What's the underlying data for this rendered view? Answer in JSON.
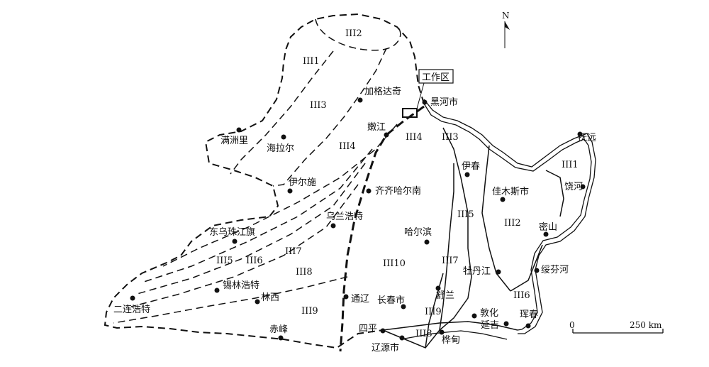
{
  "north_label": "N",
  "work_area_label": "工作区",
  "scale": {
    "zero": "0",
    "distance": "250 km"
  },
  "zones": [
    {
      "id": "z-iii2-n",
      "label": "III2"
    },
    {
      "id": "z-iii1-w",
      "label": "III1"
    },
    {
      "id": "z-iii3-w",
      "label": "III3"
    },
    {
      "id": "z-iii4-w",
      "label": "III4"
    },
    {
      "id": "z-iii4-c",
      "label": "III4"
    },
    {
      "id": "z-iii3-c",
      "label": "III3"
    },
    {
      "id": "z-iii5-w",
      "label": "III5"
    },
    {
      "id": "z-iii6-w",
      "label": "III6"
    },
    {
      "id": "z-iii7-w",
      "label": "III7"
    },
    {
      "id": "z-iii8-w",
      "label": "III8"
    },
    {
      "id": "z-iii9-w",
      "label": "III9"
    },
    {
      "id": "z-iii10",
      "label": "III10"
    },
    {
      "id": "z-iii5-c",
      "label": "III5"
    },
    {
      "id": "z-iii7-c",
      "label": "III7"
    },
    {
      "id": "z-iii2-e",
      "label": "III2"
    },
    {
      "id": "z-iii1-e",
      "label": "III1"
    },
    {
      "id": "z-iii6-e",
      "label": "III6"
    },
    {
      "id": "z-iii9-s",
      "label": "III9"
    },
    {
      "id": "z-iii8-s",
      "label": "III8"
    }
  ],
  "cities": [
    {
      "id": "jiagedaqi",
      "name": "加格达奇"
    },
    {
      "id": "heihe",
      "name": "黑河市"
    },
    {
      "id": "manzhouli",
      "name": "满洲里"
    },
    {
      "id": "hailaer",
      "name": "海拉尔"
    },
    {
      "id": "nenjiang",
      "name": "嫩江"
    },
    {
      "id": "yichun",
      "name": "伊春"
    },
    {
      "id": "fuyuan",
      "name": "抚远"
    },
    {
      "id": "yierhshi",
      "name": "伊尔施"
    },
    {
      "id": "qiqihaer",
      "name": "齐齐哈尔南"
    },
    {
      "id": "jiamusi",
      "name": "佳木斯市"
    },
    {
      "id": "raohe",
      "name": "饶河"
    },
    {
      "id": "wulanhaote",
      "name": "乌兰浩特"
    },
    {
      "id": "dongwu",
      "name": "东乌珠江旗"
    },
    {
      "id": "haerbin",
      "name": "哈尔滨"
    },
    {
      "id": "mishan",
      "name": "密山"
    },
    {
      "id": "mudanjiang",
      "name": "牡丹江"
    },
    {
      "id": "suifenhe",
      "name": "绥芬河"
    },
    {
      "id": "xilinhaote",
      "name": "锡林浩特"
    },
    {
      "id": "linxi",
      "name": "林西"
    },
    {
      "id": "tongliao",
      "name": "通辽"
    },
    {
      "id": "changchun",
      "name": "长春市"
    },
    {
      "id": "shulan",
      "name": "舒兰"
    },
    {
      "id": "erlian",
      "name": "二连浩特"
    },
    {
      "id": "dunhua",
      "name": "敦化"
    },
    {
      "id": "hunchun",
      "name": "珲春"
    },
    {
      "id": "yanji",
      "name": "延吉"
    },
    {
      "id": "chifeng",
      "name": "赤峰"
    },
    {
      "id": "siping",
      "name": "四平"
    },
    {
      "id": "liaoyuan",
      "name": "辽源市"
    },
    {
      "id": "huadian",
      "name": "桦甸"
    }
  ]
}
